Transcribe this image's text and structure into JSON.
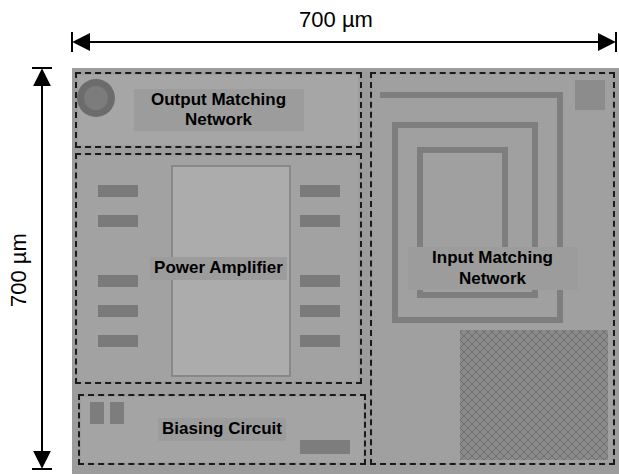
{
  "diagram": {
    "nodes": [
      {
        "text": [
          "Output Matching Network"
        ]
      },
      {
        "text": [
          "Power Amplifier"
        ]
      },
      {
        "text": [
          "Input Matching Network"
        ]
      },
      {
        "text": [
          "Biasing Circuit"
        ]
      }
    ],
    "labels": [
      "700 µm",
      "700 µm"
    ]
  }
}
